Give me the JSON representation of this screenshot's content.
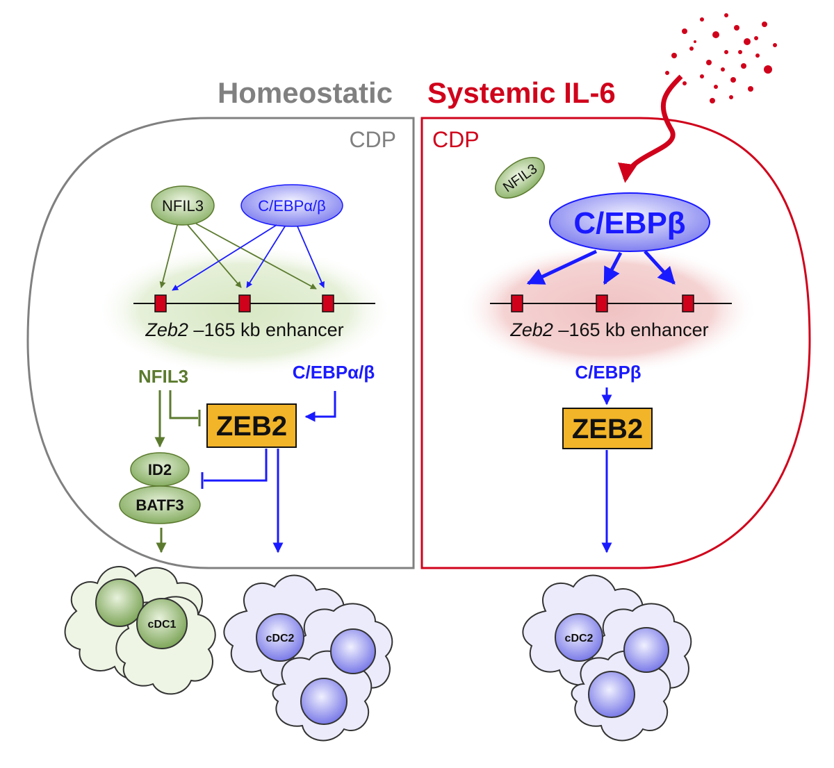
{
  "titles": {
    "left": "Homeostatic",
    "right": "Systemic IL-6"
  },
  "cells": {
    "left_label": "CDP",
    "right_label": "CDP"
  },
  "left": {
    "oval_nfil3": "NFIL3",
    "oval_cebp": "C/EBPα/β",
    "enhancer_gene": "Zeb2",
    "enhancer_rest": " –165 kb enhancer",
    "label_nfil3": "NFIL3",
    "label_cebp": "C/EBPα/β",
    "zeb2": "ZEB2",
    "id2": "ID2",
    "batf3": "BATF3",
    "cdc1": "cDC1",
    "cdc2": "cDC2"
  },
  "right": {
    "oval_nfil3": "NFIL3",
    "oval_cebpb": "C/EBPβ",
    "enhancer_gene": "Zeb2",
    "enhancer_rest": " –165 kb enhancer",
    "label_cebpb": "C/EBPβ",
    "zeb2": "ZEB2",
    "cdc2": "cDC2"
  },
  "colors": {
    "gray": "#808080",
    "red": "#d0021b",
    "green": "#5b7a2e",
    "blue": "#1a1aff",
    "zeb2_fill": "#f2b429"
  }
}
